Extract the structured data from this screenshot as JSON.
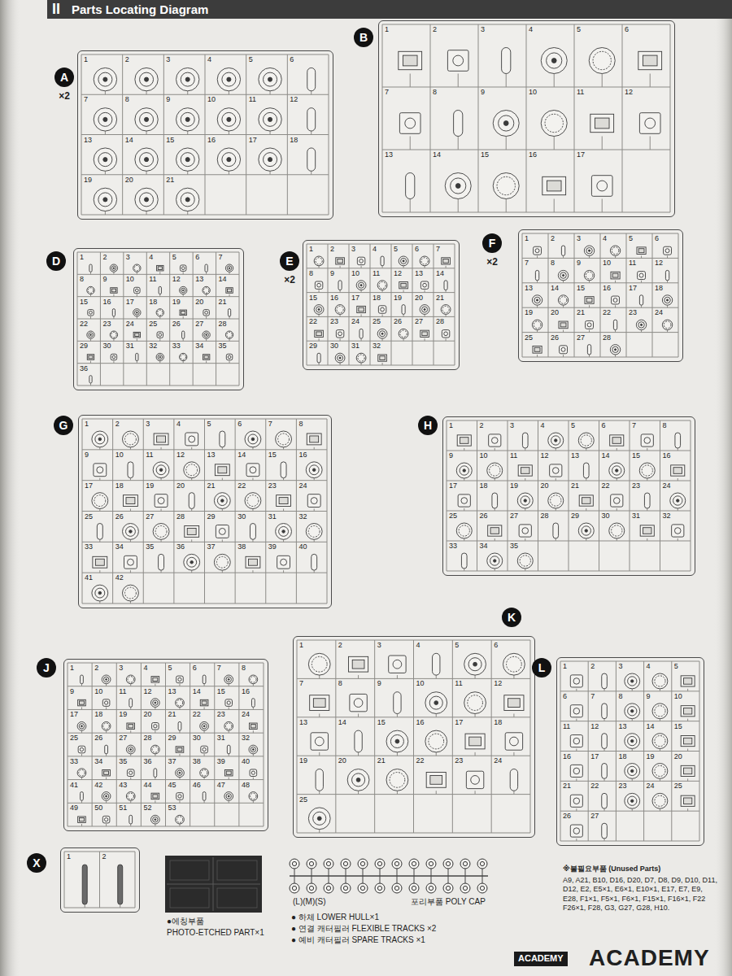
{
  "diagram": {
    "title": "Parts Locating Diagram",
    "nodes": [
      {
        "text": [
          "A",
          "×2",
          "1",
          "2",
          "3",
          "4",
          "5",
          "6",
          "7",
          "8",
          "9",
          "10",
          "11",
          "12",
          "13",
          "14",
          "15",
          "16",
          "17",
          "18",
          "19",
          "20",
          "21"
        ]
      },
      {
        "text": [
          "B",
          "1",
          "2",
          "3",
          "4",
          "5",
          "6",
          "7",
          "8",
          "9",
          "10",
          "11",
          "12",
          "13",
          "14",
          "15",
          "16",
          "17"
        ]
      },
      {
        "text": [
          "D",
          "1",
          "2",
          "3",
          "4",
          "5",
          "6",
          "7",
          "8",
          "9",
          "10",
          "11",
          "12",
          "13",
          "14",
          "15",
          "16",
          "17",
          "18",
          "19",
          "20",
          "21",
          "22",
          "23",
          "24",
          "25",
          "26",
          "27",
          "28",
          "29",
          "30",
          "31",
          "32",
          "33",
          "34",
          "35",
          "36"
        ]
      },
      {
        "text": [
          "E",
          "×2",
          "1",
          "2",
          "3",
          "4",
          "5",
          "6",
          "7",
          "8",
          "9",
          "10",
          "11",
          "12",
          "13",
          "14",
          "15",
          "16",
          "17",
          "18",
          "19",
          "20",
          "21",
          "22",
          "23",
          "24",
          "25",
          "26",
          "27",
          "28",
          "29",
          "30",
          "31",
          "32"
        ]
      },
      {
        "text": [
          "F",
          "×2",
          "1",
          "2",
          "3",
          "4",
          "5",
          "6",
          "7",
          "8",
          "9",
          "10",
          "11",
          "12",
          "13",
          "14",
          "15",
          "16",
          "17",
          "18",
          "19",
          "20",
          "21",
          "22",
          "23",
          "24",
          "25",
          "26",
          "27",
          "28"
        ]
      },
      {
        "text": [
          "G",
          "1",
          "2",
          "3",
          "4",
          "5",
          "6",
          "7",
          "8",
          "9",
          "10",
          "11",
          "12",
          "13",
          "14",
          "15",
          "16",
          "17",
          "18",
          "19",
          "20",
          "21",
          "22",
          "23",
          "24",
          "25",
          "26",
          "27",
          "28",
          "29",
          "30",
          "31",
          "32",
          "33",
          "34",
          "35",
          "36",
          "37",
          "38",
          "39",
          "40",
          "41",
          "42"
        ]
      },
      {
        "text": [
          "H",
          "1",
          "2",
          "3",
          "4",
          "5",
          "6",
          "7",
          "8",
          "9",
          "10",
          "11",
          "12",
          "13",
          "14",
          "15",
          "16",
          "17",
          "18",
          "19",
          "20",
          "21",
          "22",
          "23",
          "24",
          "25",
          "26",
          "27",
          "28",
          "29",
          "30",
          "31",
          "32",
          "33",
          "34",
          "35"
        ]
      },
      {
        "text": [
          "J",
          "1",
          "2",
          "3",
          "4",
          "5",
          "6",
          "7",
          "8",
          "9",
          "10",
          "11",
          "12",
          "13",
          "14",
          "15",
          "16",
          "17",
          "18",
          "19",
          "20",
          "21",
          "22",
          "23",
          "24",
          "25",
          "26",
          "27",
          "28",
          "29",
          "30",
          "31",
          "32",
          "33",
          "34",
          "35",
          "36",
          "37",
          "38",
          "39",
          "40",
          "41",
          "42",
          "43",
          "44",
          "45",
          "46",
          "47",
          "48",
          "49",
          "50",
          "51",
          "52",
          "53"
        ]
      },
      {
        "text": [
          "K",
          "1",
          "2",
          "3",
          "4",
          "5",
          "6",
          "7",
          "8",
          "9",
          "10",
          "11",
          "12",
          "13",
          "14",
          "15",
          "16",
          "17",
          "18",
          "19",
          "20",
          "21",
          "22",
          "23",
          "24",
          "25"
        ]
      },
      {
        "text": [
          "L",
          "1",
          "2",
          "3",
          "4",
          "5",
          "6",
          "7",
          "8",
          "9",
          "10",
          "11",
          "12",
          "13",
          "14",
          "15",
          "16",
          "17",
          "18",
          "19",
          "20",
          "21",
          "22",
          "23",
          "24",
          "25",
          "26",
          "27"
        ]
      },
      {
        "text": [
          "X",
          "1",
          "2"
        ]
      }
    ],
    "labels": [
      "II",
      "●에칭부품",
      "PHOTO-ETCHED PART×1",
      "(L)(M)(S)",
      "포리부품 POLY CAP",
      "● 하체 LOWER HULL×1",
      "● 연결 캐터필러 FLEXIBLE TRACKS ×2",
      "● 예비 캐터필러 SPARE TRACKS ×1",
      "※불필요부품 (Unused Parts)",
      "A9, A21, B10, D16, D20, D7, D8, D9, D10, D11, D12, E2, E5×1, E6×1, E10×1, E17, E7, E9, E28, F1×1, F5×1, F6×1, F15×1, F16×1, F22 F26×1, F28, G3, G27, G28, H10.",
      "ACADEMY",
      "ACADEMY"
    ]
  }
}
